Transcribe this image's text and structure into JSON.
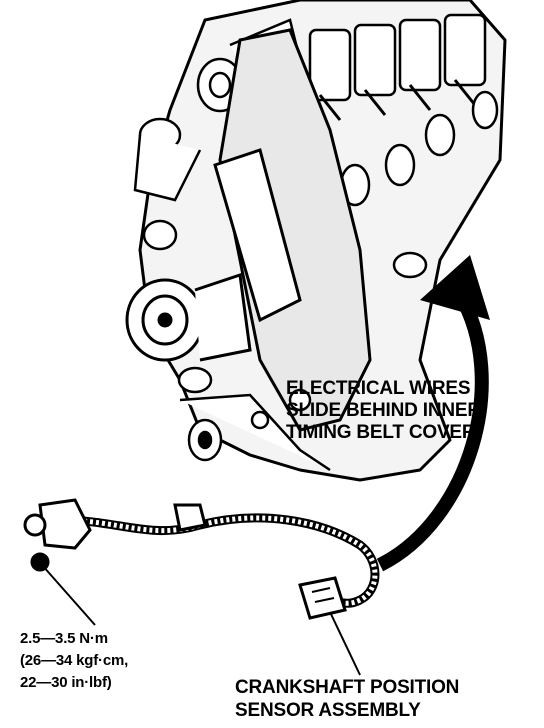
{
  "callouts": {
    "wires": {
      "lines": [
        "ELECTRICAL WIRES",
        "SLIDE BEHIND INNER",
        "TIMING BELT COVER"
      ]
    },
    "sensor": {
      "lines": [
        "CRANKSHAFT POSITION",
        "SENSOR ASSEMBLY"
      ]
    },
    "torque": {
      "lines": [
        "2.5—3.5 N·m",
        "(26—34 kgf·cm,",
        "22—30 in·lbf)"
      ]
    }
  },
  "colors": {
    "ink": "#000000",
    "paper": "#ffffff"
  }
}
